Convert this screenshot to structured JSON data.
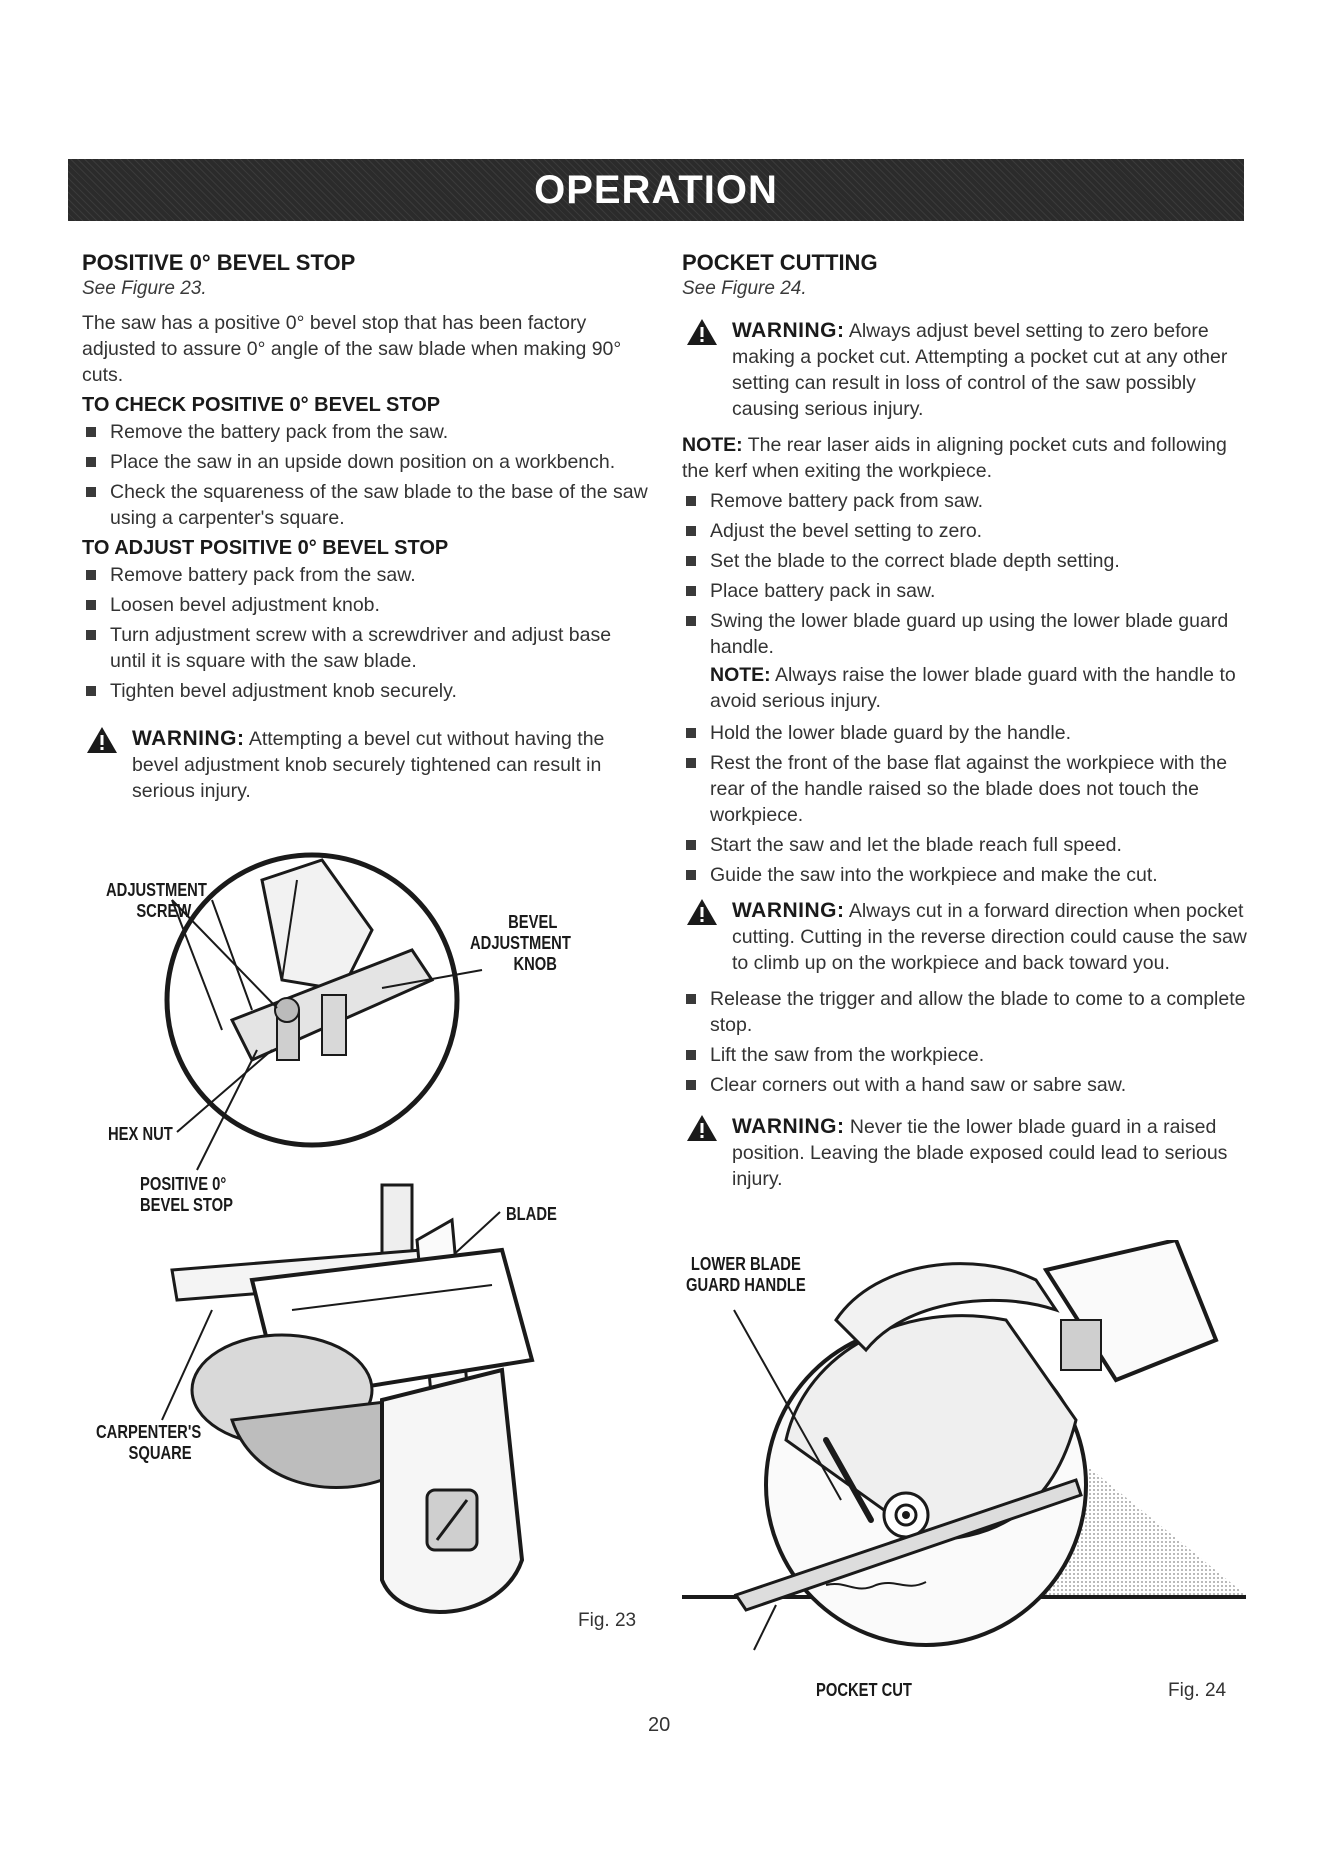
{
  "banner": {
    "title": "OPERATION"
  },
  "left": {
    "heading": "POSITIVE 0° BEVEL STOP",
    "see": "See Figure 23.",
    "intro": "The saw has a positive 0° bevel stop that has been factory adjusted to assure 0° angle of the saw blade when making 90° cuts.",
    "check_heading": "TO CHECK POSITIVE 0° BEVEL STOP",
    "check_items": [
      "Remove the battery pack from the saw.",
      "Place the saw in an upside down position on a workbench.",
      "Check the squareness of the saw blade to the base of the saw using a carpenter's square."
    ],
    "adjust_heading": "TO ADJUST POSITIVE 0° BEVEL STOP",
    "adjust_items": [
      "Remove battery pack from the saw.",
      "Loosen bevel adjustment knob.",
      "Turn adjustment screw with a screwdriver and adjust base until it is square with the saw blade.",
      "Tighten bevel adjustment knob securely."
    ],
    "warning_label": "WARNING:",
    "warning_text": " Attempting a bevel cut without having the bevel adjustment knob securely tightened can result in serious injury."
  },
  "right": {
    "heading": "POCKET CUTTING",
    "see": "See Figure 24.",
    "warning1_label": "WARNING:",
    "warning1_text": " Always adjust bevel setting to zero before making a pocket cut. Attempting a pocket cut at any other setting can result in loss of control of the saw possibly causing serious injury.",
    "note_label": "NOTE:",
    "note_text": " The rear laser aids in aligning pocket cuts and following the kerf when exiting the workpiece.",
    "items1": [
      "Remove battery pack from saw.",
      "Adjust the bevel setting to zero.",
      "Set the blade to the correct blade depth setting.",
      "Place battery pack in saw.",
      "Swing the lower blade guard up using the lower blade guard handle."
    ],
    "subnote_label": "NOTE:",
    "subnote_text": " Always raise the lower blade guard with the handle to avoid serious injury.",
    "items2": [
      "Hold the lower blade guard by the handle.",
      "Rest the front of the base flat against the workpiece with the rear of the handle raised so the blade does not touch the workpiece.",
      "Start the saw and let the blade reach full speed.",
      "Guide the saw into the workpiece and make the cut."
    ],
    "warning2_label": "WARNING:",
    "warning2_text": " Always cut in a forward direction when pocket cutting. Cutting in the reverse direction could cause the saw to climb up on the workpiece and back toward you.",
    "items3": [
      "Release the trigger and allow the blade to come to a complete stop.",
      "Lift the saw from the workpiece.",
      "Clear corners out with a hand saw or sabre saw."
    ],
    "warning3_label": "WARNING:",
    "warning3_text": " Never tie the lower blade guard in a raised position. Leaving the blade exposed could lead to serious injury."
  },
  "fig23": {
    "label": "Fig. 23",
    "callouts": {
      "adjustment_screw_1": "ADJUSTMENT",
      "adjustment_screw_2": "SCREW",
      "bevel_knob_1": "BEVEL",
      "bevel_knob_2": "ADJUSTMENT",
      "bevel_knob_3": "KNOB",
      "hex_nut": "HEX NUT",
      "positive_stop_1": "POSITIVE 0°",
      "positive_stop_2": "BEVEL STOP",
      "blade": "BLADE",
      "square_1": "CARPENTER'S",
      "square_2": "SQUARE"
    }
  },
  "fig24": {
    "label": "Fig. 24",
    "callouts": {
      "guard_handle_1": "LOWER BLADE",
      "guard_handle_2": "GUARD HANDLE",
      "pocket_cut": "POCKET CUT"
    }
  },
  "page_number": "20"
}
